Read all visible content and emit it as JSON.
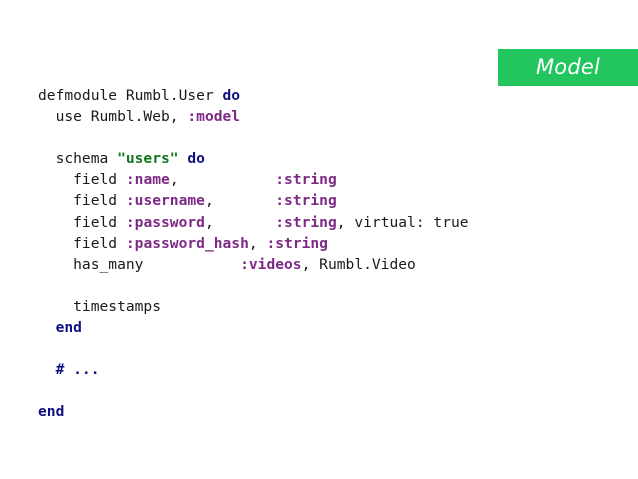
{
  "badge": {
    "label": "Model",
    "background_color": "#22c55e",
    "text_color": "#ffffff"
  },
  "colors": {
    "background": "#ffffff",
    "plain_text": "#1a1a1a",
    "keyword": "#101080",
    "atom": "#7d2a85",
    "string": "#11761f",
    "comment": "#101080"
  },
  "code": {
    "language": "elixir",
    "plain_text": "defmodule Rumbl.User do\n  use Rumbl.Web, :model\n\n  schema \"users\" do\n    field :name,           :string\n    field :username,       :string\n    field :password,       :string, virtual: true\n    field :password_hash, :string\n    has_many               :videos, Rumbl.Video\n\n    timestamps\n  end\n\n  # ...\n\nend",
    "lines": [
      {
        "id": "line-1",
        "tokens": [
          {
            "text": "defmodule Rumbl.User ",
            "type": "plain"
          },
          {
            "text": "do",
            "type": "keyword"
          }
        ]
      },
      {
        "id": "line-2",
        "tokens": [
          {
            "text": "  use Rumbl.Web, ",
            "type": "plain"
          },
          {
            "text": ":model",
            "type": "atom"
          }
        ]
      },
      {
        "id": "line-3",
        "tokens": []
      },
      {
        "id": "line-4",
        "tokens": [
          {
            "text": "  schema ",
            "type": "plain"
          },
          {
            "text": "\"users\"",
            "type": "string"
          },
          {
            "text": " ",
            "type": "plain"
          },
          {
            "text": "do",
            "type": "keyword"
          }
        ]
      },
      {
        "id": "line-5",
        "tokens": [
          {
            "text": "    field ",
            "type": "plain"
          },
          {
            "text": ":name",
            "type": "atom"
          },
          {
            "text": ",           ",
            "type": "plain"
          },
          {
            "text": ":string",
            "type": "atom"
          }
        ]
      },
      {
        "id": "line-6",
        "tokens": [
          {
            "text": "    field ",
            "type": "plain"
          },
          {
            "text": ":username",
            "type": "atom"
          },
          {
            "text": ",       ",
            "type": "plain"
          },
          {
            "text": ":string",
            "type": "atom"
          }
        ]
      },
      {
        "id": "line-7",
        "tokens": [
          {
            "text": "    field ",
            "type": "plain"
          },
          {
            "text": ":password",
            "type": "atom"
          },
          {
            "text": ",       ",
            "type": "plain"
          },
          {
            "text": ":string",
            "type": "atom"
          },
          {
            "text": ", virtual: true",
            "type": "plain"
          }
        ]
      },
      {
        "id": "line-8",
        "tokens": [
          {
            "text": "    field ",
            "type": "plain"
          },
          {
            "text": ":password_hash",
            "type": "atom"
          },
          {
            "text": ", ",
            "type": "plain"
          },
          {
            "text": ":string",
            "type": "atom"
          }
        ]
      },
      {
        "id": "line-9",
        "tokens": [
          {
            "text": "    has_many           ",
            "type": "plain"
          },
          {
            "text": ":videos",
            "type": "atom"
          },
          {
            "text": ", Rumbl.Video",
            "type": "plain"
          }
        ]
      },
      {
        "id": "line-10",
        "tokens": []
      },
      {
        "id": "line-11",
        "tokens": [
          {
            "text": "    timestamps",
            "type": "plain"
          }
        ]
      },
      {
        "id": "line-12",
        "tokens": [
          {
            "text": "  ",
            "type": "plain"
          },
          {
            "text": "end",
            "type": "keyword"
          }
        ]
      },
      {
        "id": "line-13",
        "tokens": []
      },
      {
        "id": "line-14",
        "tokens": [
          {
            "text": "  ",
            "type": "plain"
          },
          {
            "text": "# ...",
            "type": "comment"
          }
        ]
      },
      {
        "id": "line-15",
        "tokens": []
      },
      {
        "id": "line-16",
        "tokens": [
          {
            "text": "end",
            "type": "keyword"
          }
        ]
      }
    ]
  }
}
